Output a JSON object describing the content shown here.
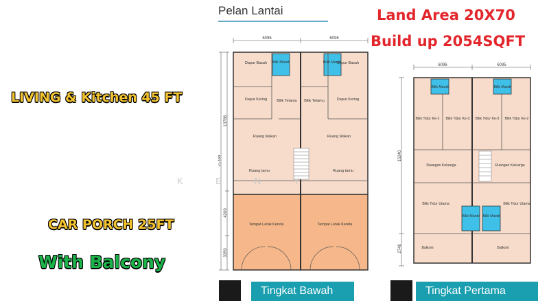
{
  "header": {
    "title": "Pelan Lantai"
  },
  "specs": {
    "land_area": "Land Area 20X70",
    "build_up": "Build up 2054SQFT"
  },
  "features": {
    "living": "LIVING & Kitchen 45 FT",
    "porch": "CAR PORCH 25FT",
    "balcony": "With Balcony"
  },
  "watermark": "K E N Y",
  "ground_floor": {
    "label": "Tingkat Bawah",
    "width_left": "6096",
    "width_right": "6096",
    "dim_total": "21336",
    "dim_upper": "13786",
    "dim_middle": "4200",
    "dim_lower": "3350",
    "rooms": {
      "dapur_basah": "Dapur Basah",
      "bilik_mandi": "Bilik Mandi",
      "dapur_kering": "Dapur Kering",
      "bilik_tetamu": "Bilik Tetamu",
      "ruang_makan": "Ruang Makan",
      "ruang_tamu": "Ruang tamu",
      "tempat_letak_kereta": "Tempat Letak Kereta"
    }
  },
  "first_floor": {
    "label": "Tingkat Pertama",
    "width_left": "6096",
    "width_right": "6095",
    "dim_upper": "15240",
    "dim_lower": "2746",
    "rooms": {
      "bilik_mandi": "Bilik Mandi",
      "bilik_tidur_ke2": "Bilik Tidur Ke-2",
      "bilik_tidur_ke3": "Bilik Tidur Ke-3",
      "ruangan_keluarga": "Ruangan Keluarga",
      "bilik_tidur_utama": "Bilik Tidur Utama",
      "balkoni": "Balkoni"
    }
  },
  "colors": {
    "accent_red": "#e3262c",
    "label_teal": "#1a9fb0",
    "floor_pink": "#f7dccb",
    "porch_orange": "#f6b88a",
    "bath_blue": "#3fc0e8"
  }
}
